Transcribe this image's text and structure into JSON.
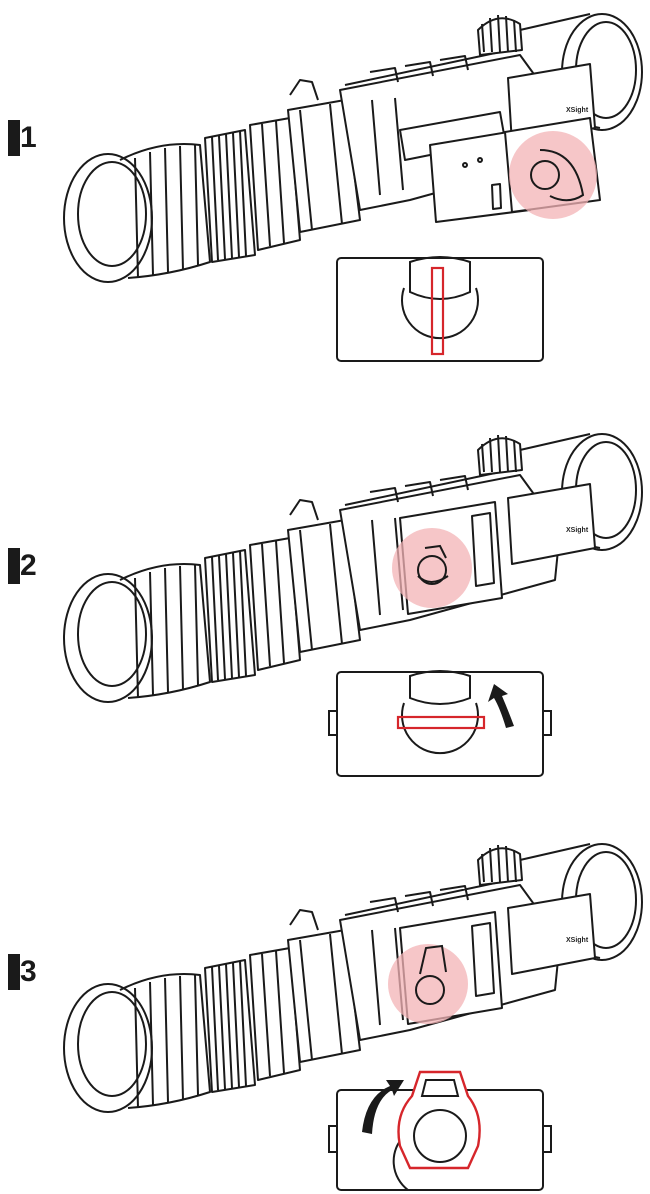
{
  "steps": [
    {
      "number": "1",
      "brand": "XSight"
    },
    {
      "number": "2",
      "brand": "XSight"
    },
    {
      "number": "3",
      "brand": "XSight"
    }
  ],
  "colors": {
    "line": "#1a1a1a",
    "highlight": "#f3b3b5",
    "accent_red": "#d6262b"
  }
}
